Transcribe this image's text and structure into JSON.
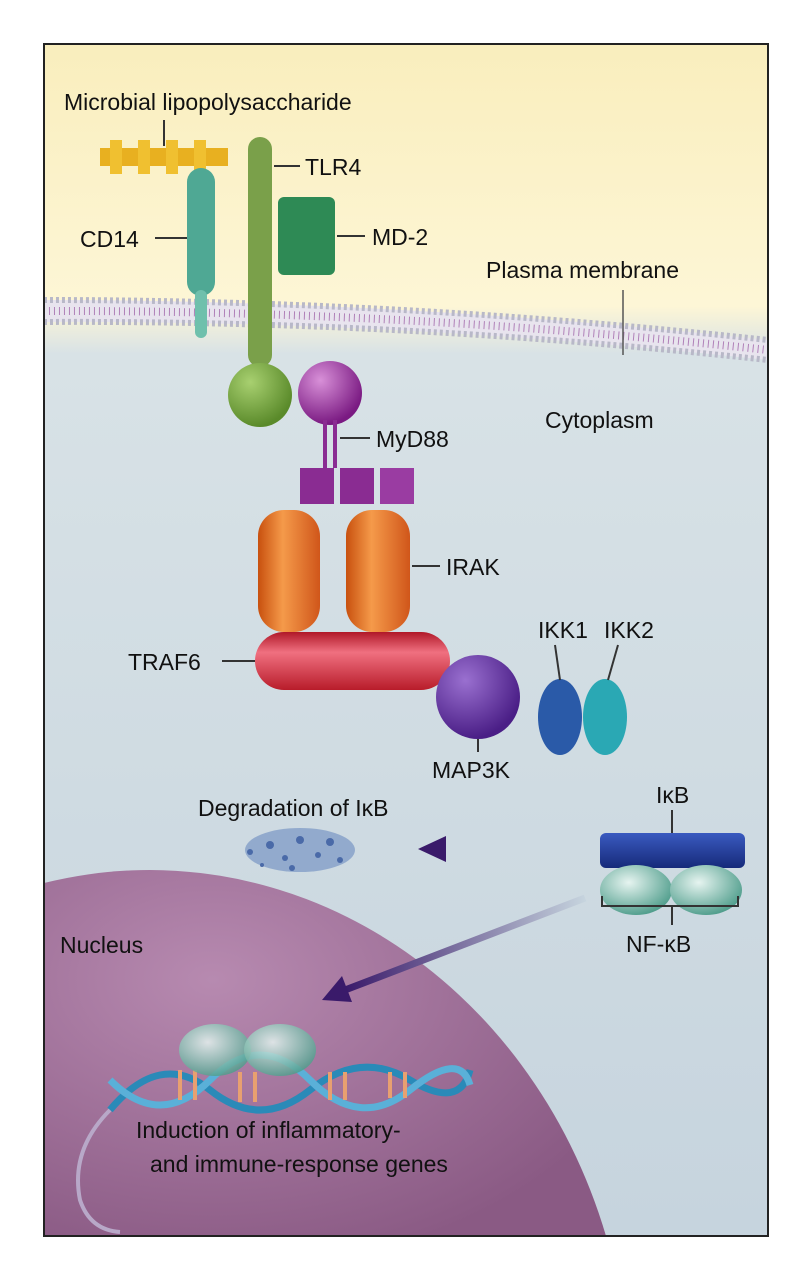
{
  "labels": {
    "lps": "Microbial lipopolysaccharide",
    "tlr4": "TLR4",
    "cd14": "CD14",
    "md2": "MD-2",
    "plasma_membrane": "Plasma membrane",
    "cytoplasm": "Cytoplasm",
    "myd88": "MyD88",
    "irak": "IRAK",
    "traf6": "TRAF6",
    "ikk1": "IKK1",
    "ikk2": "IKK2",
    "map3k": "MAP3K",
    "degradation": "Degradation of IκB",
    "ikb": "IκB",
    "nfkb": "NF-κB",
    "nucleus": "Nucleus",
    "induction_line1": "Induction of inflammatory-",
    "induction_line2": "and immune-response genes"
  },
  "colors": {
    "extracellular": "#fbf3c8",
    "cytoplasm": "#c9d7e0",
    "nucleus": "#9a6a93",
    "lps": "#e8b020",
    "cd14": "#4fa894",
    "tlr4": "#7aa04a",
    "md2": "#2e8a55",
    "myd88": "#8a2c92",
    "irak": "#e2681e",
    "traf6": "#d0242e",
    "map3k": "#5a2a96",
    "ikk1": "#2a5aa8",
    "ikk2": "#2aa8b4",
    "ikb": "#1e3a96",
    "nfkb": "#6fb8a8"
  }
}
